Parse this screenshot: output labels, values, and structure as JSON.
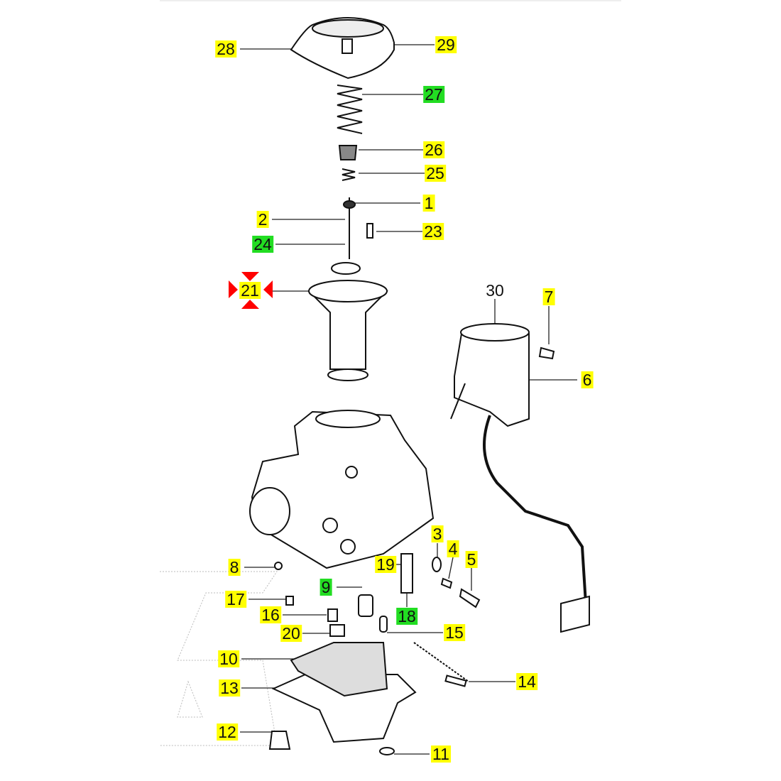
{
  "diagram": {
    "type": "exploded-parts-diagram",
    "colors": {
      "label_highlight": "#ffff00",
      "label_green": "#22dd22",
      "marker_red": "#ff0000"
    },
    "labels": [
      {
        "id": "28",
        "highlight": "yellow"
      },
      {
        "id": "29",
        "highlight": "yellow"
      },
      {
        "id": "27",
        "highlight": "green"
      },
      {
        "id": "26",
        "highlight": "yellow"
      },
      {
        "id": "25",
        "highlight": "yellow"
      },
      {
        "id": "1",
        "highlight": "yellow"
      },
      {
        "id": "2",
        "highlight": "yellow"
      },
      {
        "id": "23",
        "highlight": "yellow"
      },
      {
        "id": "24",
        "highlight": "green"
      },
      {
        "id": "21",
        "highlight": "yellow-selected"
      },
      {
        "id": "30",
        "highlight": "none"
      },
      {
        "id": "7",
        "highlight": "yellow"
      },
      {
        "id": "6",
        "highlight": "yellow"
      },
      {
        "id": "3",
        "highlight": "yellow"
      },
      {
        "id": "4",
        "highlight": "yellow"
      },
      {
        "id": "5",
        "highlight": "yellow"
      },
      {
        "id": "8",
        "highlight": "yellow"
      },
      {
        "id": "19",
        "highlight": "yellow"
      },
      {
        "id": "9",
        "highlight": "green"
      },
      {
        "id": "17",
        "highlight": "yellow"
      },
      {
        "id": "18",
        "highlight": "green"
      },
      {
        "id": "16",
        "highlight": "yellow"
      },
      {
        "id": "20",
        "highlight": "yellow"
      },
      {
        "id": "15",
        "highlight": "yellow"
      },
      {
        "id": "10",
        "highlight": "yellow"
      },
      {
        "id": "14",
        "highlight": "yellow"
      },
      {
        "id": "13",
        "highlight": "yellow"
      },
      {
        "id": "12",
        "highlight": "yellow"
      },
      {
        "id": "11",
        "highlight": "yellow"
      }
    ]
  }
}
